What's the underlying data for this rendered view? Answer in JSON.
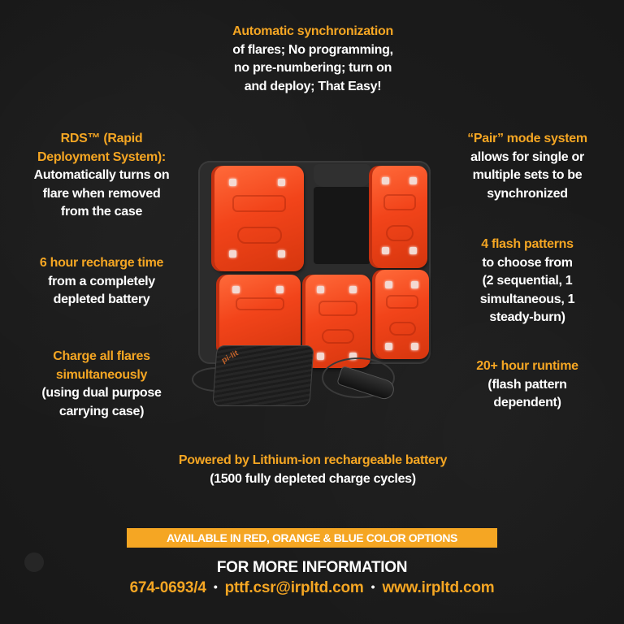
{
  "features": {
    "sync": {
      "highlight": "Automatic synchronization",
      "lines": [
        "of flares; No programming,",
        "no pre-numbering; turn on",
        "and deploy; That Easy!"
      ]
    },
    "rds": {
      "highlight_lines": [
        "RDS™ (Rapid",
        "Deployment System):"
      ],
      "lines": [
        "Automatically turns on",
        "flare when removed",
        "from the case"
      ]
    },
    "recharge": {
      "highlight": "6 hour recharge time",
      "lines": [
        "from a completely",
        "depleted battery"
      ]
    },
    "charge_all": {
      "highlight_lines": [
        "Charge all flares",
        "simultaneously"
      ],
      "lines": [
        "(using dual purpose",
        "carrying case)"
      ]
    },
    "pair": {
      "highlight": "“Pair” mode system",
      "lines": [
        "allows for single or",
        "multiple sets to be",
        "synchronized"
      ]
    },
    "flash": {
      "highlight": "4 flash patterns",
      "lines": [
        "to choose from",
        "(2 sequential, 1",
        "simultaneous, 1",
        "steady-burn)"
      ]
    },
    "runtime": {
      "highlight": "20+ hour runtime",
      "lines": [
        "(flash pattern",
        "dependent)"
      ]
    },
    "battery": {
      "highlight": "Powered by Lithium-ion rechargeable battery",
      "lines": [
        "(1500 fully depleted charge cycles)"
      ]
    }
  },
  "banner": {
    "text": "AVAILABLE IN RED, ORANGE & BLUE COLOR OPTIONS"
  },
  "contact": {
    "title": "FOR MORE INFORMATION",
    "phone": "674-0693/4",
    "separator": "•",
    "email": "pttf.csr@irpltd.com",
    "website": "www.irpltd.com"
  },
  "product": {
    "charger_brand": "pi-lit",
    "flare_count": 5
  },
  "colors": {
    "background": "#1b1b1b",
    "accent": "#f5a623",
    "text": "#ffffff",
    "flare": "#f2441a"
  }
}
